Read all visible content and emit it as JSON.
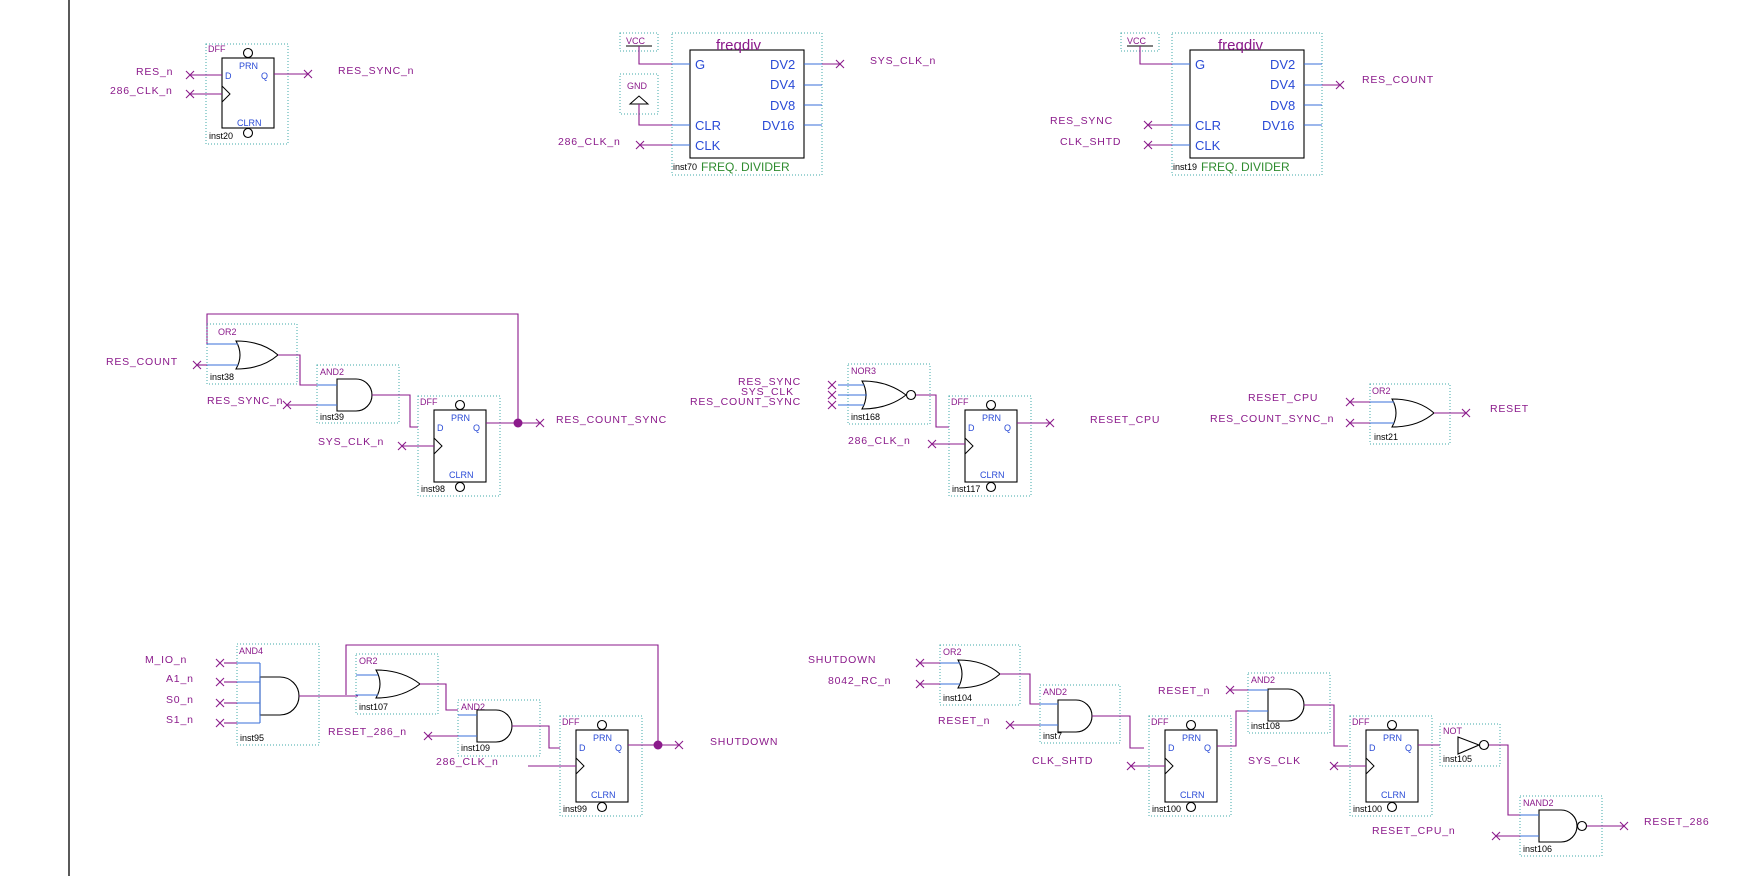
{
  "colors": {
    "wire": "#8b1a8b",
    "label": "#8b1a8b",
    "pin": "#3a6fd8",
    "pin_text": "#2a4bd6",
    "instance_box": "#3fa8a8",
    "component_subtitle": "#2e8b2e",
    "symbol": "#000000"
  },
  "freqdiv_pins": {
    "g": "G",
    "clr": "CLR",
    "clk": "CLK",
    "dv2": "DV2",
    "dv4": "DV4",
    "dv8": "DV8",
    "dv16": "DV16"
  },
  "dff_pins": {
    "d": "D",
    "q": "Q",
    "prn": "PRN",
    "clrn": "CLRN"
  },
  "symbols": {
    "vcc": "VCC",
    "gnd": "GND"
  },
  "components": [
    {
      "id": "inst20",
      "type": "DFF"
    },
    {
      "id": "inst70",
      "type": "freqdiv",
      "subtitle": "FREQ. DIVIDER"
    },
    {
      "id": "inst19",
      "type": "freqdiv",
      "subtitle": "FREQ. DIVIDER"
    },
    {
      "id": "inst38",
      "type": "OR2"
    },
    {
      "id": "inst39",
      "type": "AND2"
    },
    {
      "id": "inst98",
      "type": "DFF"
    },
    {
      "id": "inst168",
      "type": "NOR3"
    },
    {
      "id": "inst117",
      "type": "DFF"
    },
    {
      "id": "inst21",
      "type": "OR2"
    },
    {
      "id": "inst95",
      "type": "AND4"
    },
    {
      "id": "inst107",
      "type": "OR2"
    },
    {
      "id": "inst109",
      "type": "AND2"
    },
    {
      "id": "inst99",
      "type": "DFF"
    },
    {
      "id": "inst104",
      "type": "OR2"
    },
    {
      "id": "inst7",
      "type": "AND2"
    },
    {
      "id": "inst100",
      "type": "DFF"
    },
    {
      "id": "inst108",
      "type": "AND2"
    },
    {
      "id": "inst100",
      "type": "DFF"
    },
    {
      "id": "inst105",
      "type": "NOT"
    },
    {
      "id": "inst106",
      "type": "NAND2"
    }
  ],
  "signals": [
    "RES_n",
    "286_CLK_n",
    "RES_SYNC_n",
    "SYS_CLK_n",
    "286_CLK_n",
    "RES_COUNT",
    "RES_SYNC",
    "CLK_SHTD",
    "RES_COUNT",
    "RES_SYNC_n",
    "SYS_CLK_n",
    "RES_COUNT_SYNC",
    "RES_SYNC",
    "SYS_CLK",
    "RES_COUNT_SYNC",
    "286_CLK_n",
    "RESET_CPU",
    "RESET_CPU",
    "RES_COUNT_SYNC_n",
    "RESET",
    "M_IO_n",
    "A1_n",
    "S0_n",
    "S1_n",
    "RESET_286_n",
    "286_CLK_n",
    "SHUTDOWN",
    "SHUTDOWN",
    "8042_RC_n",
    "RESET_n",
    "CLK_SHTD",
    "RESET_n",
    "SYS_CLK",
    "RESET_CPU_n",
    "RESET_286"
  ]
}
